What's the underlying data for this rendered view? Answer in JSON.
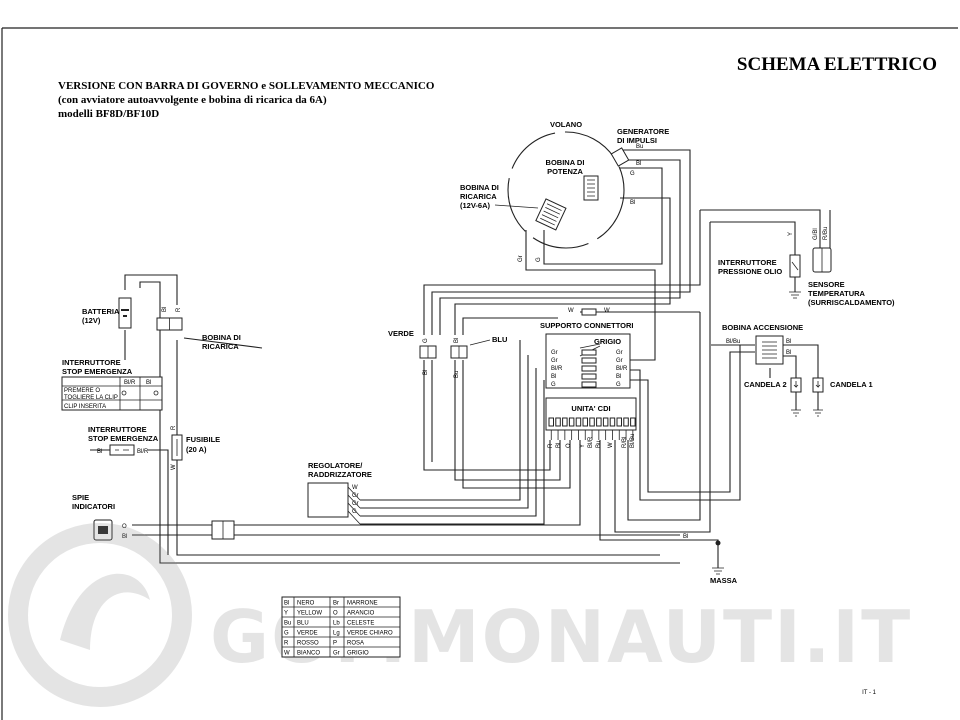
{
  "title": "SCHEMA ELETTRICO",
  "subtitle": {
    "line1": "VERSIONE CON BARRA DI GOVERNO e SOLLEVAMENTO MECCANICO",
    "line2": "(con avviatore autoavvolgente e bobina di ricarica da 6A)",
    "line3": "modelli BF8D/BF10D"
  },
  "components": {
    "volano": "VOLANO",
    "generatore1": "GENERATORE",
    "generatore2": "DI IMPULSI",
    "bobina_potenza1": "BOBINA DI",
    "bobina_potenza2": "POTENZA",
    "bobina_ricarica_v1": "BOBINA DI",
    "bobina_ricarica_v2": "RICARICA",
    "bobina_ricarica_v3": "(12V-6A)",
    "batteria1": "BATTERIA",
    "batteria2": "(12V)",
    "bobina_ricarica1": "BOBINA DI",
    "bobina_ricarica2": "RICARICA",
    "interruttore_stop1": "INTERRUTTORE",
    "interruttore_stop2": "STOP EMERGENZA",
    "stop_row1": "PREMERE O",
    "stop_row2": "TOGLIERE LA CLIP",
    "stop_row3": "CLIP INSERITA",
    "interruttore_stop_b1": "INTERRUTTORE",
    "interruttore_stop_b2": "STOP EMERGENZA",
    "fusibile1": "FUSIBILE",
    "fusibile2": "(20 A)",
    "spie1": "SPIE",
    "spie2": "INDICATORI",
    "verde": "VERDE",
    "blu": "BLU",
    "supporto": "SUPPORTO CONNETTORI",
    "grigio": "GRIGIO",
    "unita_cdi": "UNITA' CDI",
    "regolatore1": "REGOLATORE/",
    "regolatore2": "RADDRIZZATORE",
    "pressione1": "INTERRUTTORE",
    "pressione2": "PRESSIONE OLIO",
    "sensore1": "SENSORE",
    "sensore2": "TEMPERATURA",
    "sensore3": "(SURRISCALDAMENTO)",
    "bobina_accensione": "BOBINA ACCENSIONE",
    "candela2": "CANDELA 2",
    "candela1": "CANDELA 1",
    "massa": "MASSA"
  },
  "wires": {
    "bl": "Bl",
    "bu": "Bu",
    "g": "G",
    "w": "W",
    "r": "R",
    "y": "Y",
    "gr": "Gr",
    "o": "O",
    "bl_r": "Bl/R",
    "r_bl": "R/Bl",
    "bl_bu": "Bl/Bu",
    "g_bl": "G/Bl",
    "r_bu": "R/Bu"
  },
  "color_legend": [
    {
      "c1": "Bl",
      "n1": "NERO",
      "c2": "Br",
      "n2": "MARRONE"
    },
    {
      "c1": "Y",
      "n1": "YELLOW",
      "c2": "O",
      "n2": "ARANCIO"
    },
    {
      "c1": "Bu",
      "n1": "BLU",
      "c2": "Lb",
      "n2": "CELESTE"
    },
    {
      "c1": "G",
      "n1": "VERDE",
      "c2": "Lg",
      "n2": "VERDE CHIARO"
    },
    {
      "c1": "R",
      "n1": "ROSSO",
      "c2": "P",
      "n2": "ROSA"
    },
    {
      "c1": "W",
      "n1": "BIANCO",
      "c2": "Gr",
      "n2": "GRIGIO"
    }
  ],
  "watermark": "GOMMONAUTI.IT",
  "page_number": "IT - 1"
}
